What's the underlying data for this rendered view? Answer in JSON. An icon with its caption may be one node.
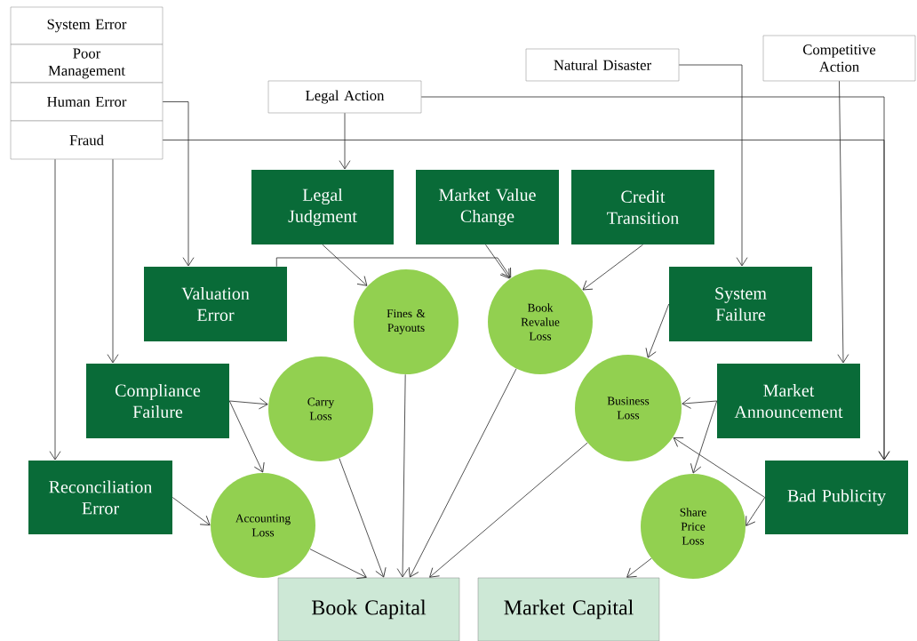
{
  "diagram": {
    "nodes": [
      {
        "text": [
          "System Error"
        ]
      },
      {
        "text": [
          "Poor Management"
        ]
      },
      {
        "text": [
          "Human Error"
        ]
      },
      {
        "text": [
          "Fraud"
        ]
      },
      {
        "text": [
          "Legal Action"
        ]
      },
      {
        "text": [
          "Natural Disaster"
        ]
      },
      {
        "text": [
          "Competitive Action"
        ]
      },
      {
        "text": [
          "Legal Judgment"
        ]
      },
      {
        "text": [
          "Market Value Change"
        ]
      },
      {
        "text": [
          "Credit Transition"
        ]
      },
      {
        "text": [
          "Valuation Error"
        ]
      },
      {
        "text": [
          "Fines & Payouts"
        ]
      },
      {
        "text": [
          "Book Revalue Loss"
        ]
      },
      {
        "text": [
          "System Failure"
        ]
      },
      {
        "text": [
          "Compliance Failure"
        ]
      },
      {
        "text": [
          "Carry Loss"
        ]
      },
      {
        "text": [
          "Business Loss"
        ]
      },
      {
        "text": [
          "Market Announcement"
        ]
      },
      {
        "text": [
          "Reconciliation Error"
        ]
      },
      {
        "text": [
          "Accounting Loss"
        ]
      },
      {
        "text": [
          "Bad Publicity"
        ]
      },
      {
        "text": [
          "Share Price Loss"
        ]
      },
      {
        "text": [
          "Book Capital"
        ]
      },
      {
        "text": [
          "Market Capital"
        ]
      }
    ],
    "edges": [
      {
        "from": 2,
        "to": 10,
        "arrow": "to"
      },
      {
        "from": 3,
        "to": 18,
        "arrow": "to"
      },
      {
        "from": 3,
        "to": 14,
        "arrow": "to"
      },
      {
        "from": 3,
        "to": 20,
        "arrow": "to"
      },
      {
        "from": 4,
        "to": 20,
        "arrow": "to"
      },
      {
        "from": 4,
        "to": 7,
        "arrow": "to"
      },
      {
        "from": 5,
        "to": 13,
        "arrow": "to"
      },
      {
        "from": 6,
        "to": 17,
        "arrow": "to"
      },
      {
        "from": 7,
        "to": 11,
        "arrow": "to"
      },
      {
        "from": 8,
        "to": 12,
        "arrow": "to"
      },
      {
        "from": 9,
        "to": 12,
        "arrow": "to"
      },
      {
        "from": 10,
        "to": 12,
        "arrow": "to"
      },
      {
        "from": 13,
        "to": 16,
        "arrow": "to"
      },
      {
        "from": 14,
        "to": 15,
        "arrow": "to"
      },
      {
        "from": 14,
        "to": 19,
        "arrow": "to"
      },
      {
        "from": 18,
        "to": 19,
        "arrow": "to"
      },
      {
        "from": 19,
        "to": 22,
        "arrow": "to"
      },
      {
        "from": 15,
        "to": 22,
        "arrow": "to"
      },
      {
        "from": 11,
        "to": 22,
        "arrow": "to"
      },
      {
        "from": 12,
        "to": 22,
        "arrow": "to"
      },
      {
        "from": 16,
        "to": 22,
        "arrow": "to"
      },
      {
        "from": 17,
        "to": 16,
        "arrow": "to"
      },
      {
        "from": 17,
        "to": 21,
        "arrow": "to"
      },
      {
        "from": 20,
        "to": 16,
        "arrow": "to"
      },
      {
        "from": 20,
        "to": 21,
        "arrow": "to"
      },
      {
        "from": 21,
        "to": 23,
        "arrow": "to"
      }
    ]
  }
}
